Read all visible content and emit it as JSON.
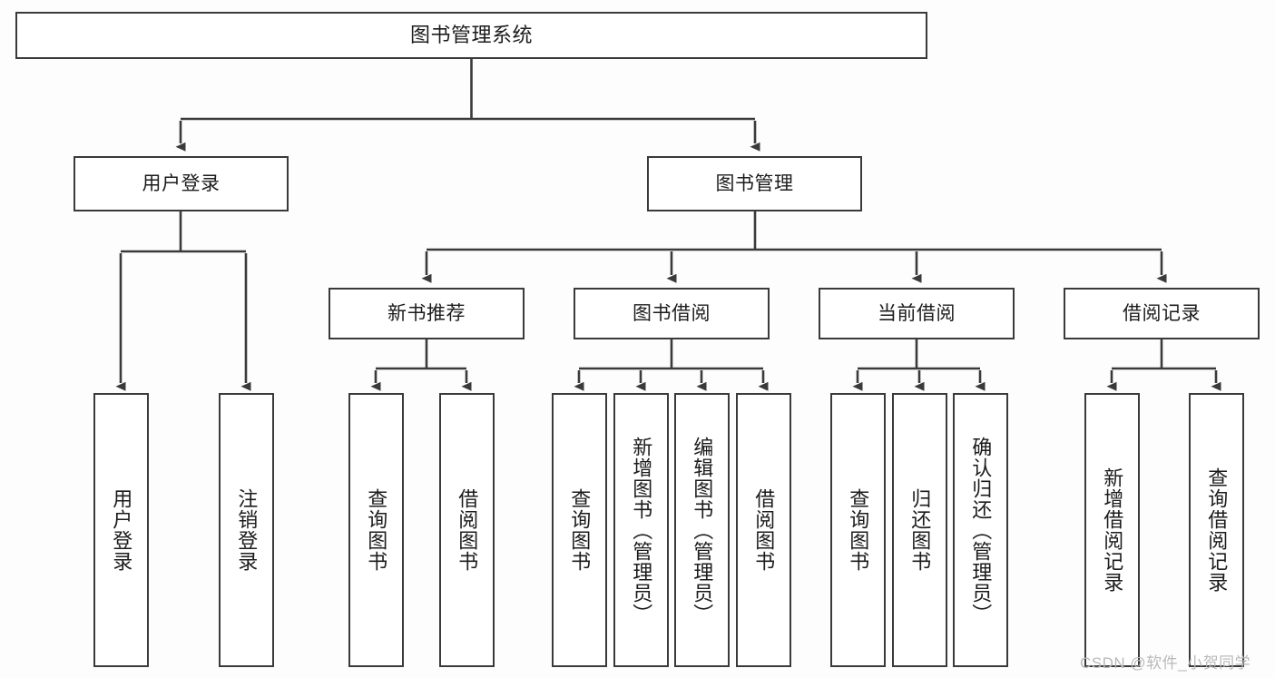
{
  "diagram": {
    "title": "图书管理系统",
    "type": "functional-structure-tree",
    "background_color": "#fdfdfd",
    "line_color": "#3a3a3a",
    "box_border_color": "#3a3a3a",
    "box_fill_color": "#ffffff",
    "text_color": "#1c1c1c"
  },
  "nodes": {
    "root": {
      "label": "图书管理系统"
    },
    "level2": [
      {
        "label": "用户登录"
      },
      {
        "label": "图书管理"
      }
    ],
    "level3": [
      {
        "label": "新书推荐"
      },
      {
        "label": "图书借阅"
      },
      {
        "label": "当前借阅"
      },
      {
        "label": "借阅记录"
      }
    ],
    "leaves": {
      "user_login": [
        {
          "label": "用户登录"
        },
        {
          "label": "注销登录"
        }
      ],
      "new_book_recommend": [
        {
          "label": "查询图书"
        },
        {
          "label": "借阅图书"
        }
      ],
      "book_borrow": [
        {
          "label": "查询图书"
        },
        {
          "label": "新增图书（管理员）"
        },
        {
          "label": "编辑图书（管理员）"
        },
        {
          "label": "借阅图书"
        }
      ],
      "current_borrow": [
        {
          "label": "查询图书"
        },
        {
          "label": "归还图书"
        },
        {
          "label": "确认归还（管理员）"
        }
      ],
      "borrow_records": [
        {
          "label": "新增借阅记录"
        },
        {
          "label": "查询借阅记录"
        }
      ]
    }
  },
  "watermark": {
    "text": "CSDN @软件_小贺同学"
  }
}
